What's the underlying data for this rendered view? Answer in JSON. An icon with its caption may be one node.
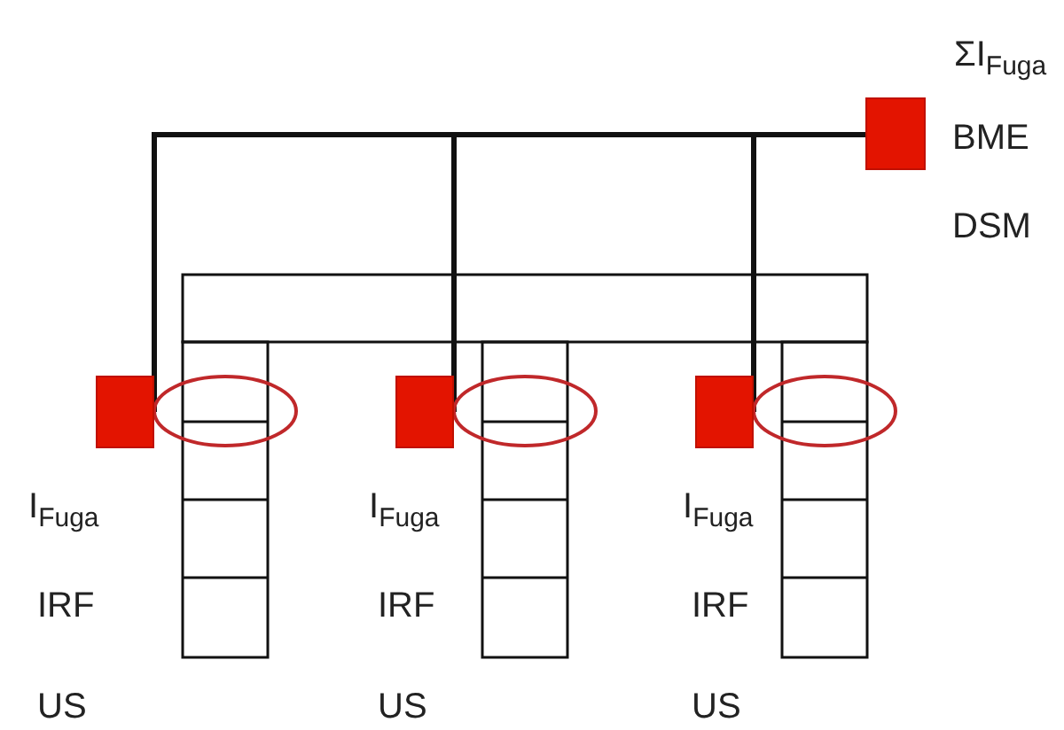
{
  "diagram": {
    "nodes": [
      {
        "text": [],
        "shape": "box",
        "beside": [
          "ΣI$_{Fuga}$",
          "BME",
          "DSM"
        ]
      },
      {
        "text": [],
        "shape": "box",
        "beside": [
          "I$_{Fuga}$",
          "IRF",
          "US"
        ]
      },
      {
        "text": [],
        "shape": "box",
        "beside": [
          "I$_{Fuga}$",
          "IRF",
          "US"
        ]
      },
      {
        "text": [],
        "shape": "box",
        "beside": [
          "I$_{Fuga}$",
          "IRF",
          "US"
        ]
      }
    ],
    "edges": [
      {
        "from": 0,
        "to": 1,
        "arrow": "none"
      },
      {
        "from": 0,
        "to": 2,
        "arrow": "none"
      },
      {
        "from": 0,
        "to": 3,
        "arrow": "none"
      }
    ]
  }
}
